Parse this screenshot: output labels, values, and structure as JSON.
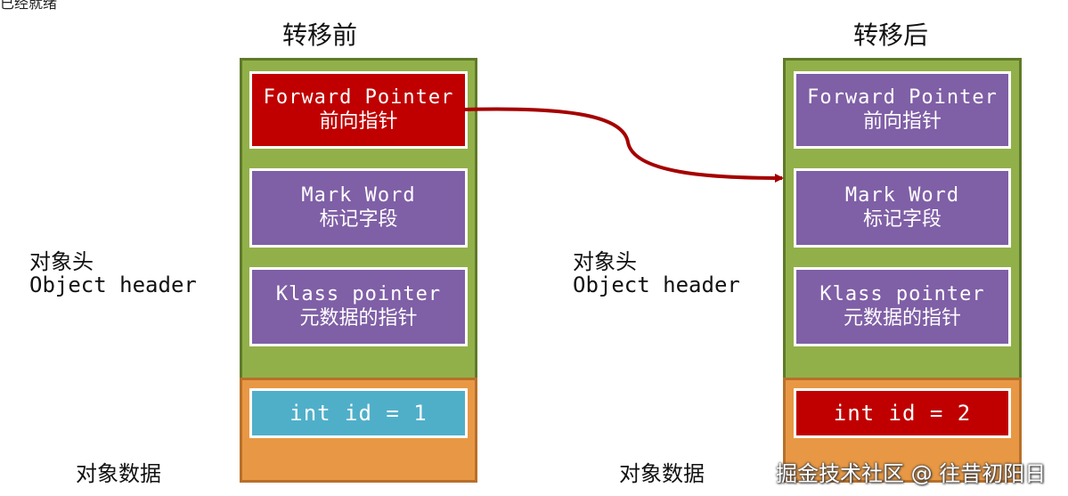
{
  "top_cut_text": "已经就绪",
  "before": {
    "title": "转移前",
    "side_header_cn": "对象头",
    "side_header_en": "Object header",
    "side_data_cn": "对象数据",
    "fields": [
      {
        "en": "Forward Pointer",
        "cn": "前向指针"
      },
      {
        "en": "Mark Word",
        "cn": "标记字段"
      },
      {
        "en": "Klass pointer",
        "cn": "元数据的指针"
      }
    ],
    "data_field": "int id = 1"
  },
  "after": {
    "title": "转移后",
    "side_header_cn": "对象头",
    "side_header_en": "Object header",
    "side_data_cn": "对象数据",
    "fields": [
      {
        "en": "Forward Pointer",
        "cn": "前向指针"
      },
      {
        "en": "Mark Word",
        "cn": "标记字段"
      },
      {
        "en": "Klass pointer",
        "cn": "元数据的指针"
      }
    ],
    "data_field": "int id = 2"
  },
  "watermark": "掘金技术社区 @ 往昔初阳日",
  "colors": {
    "header_bg": "#92B04A",
    "data_bg": "#E89844",
    "purple": "#7F5FA6",
    "red": "#C00000",
    "blue": "#4FAFC9",
    "arrow": "#A50000"
  }
}
